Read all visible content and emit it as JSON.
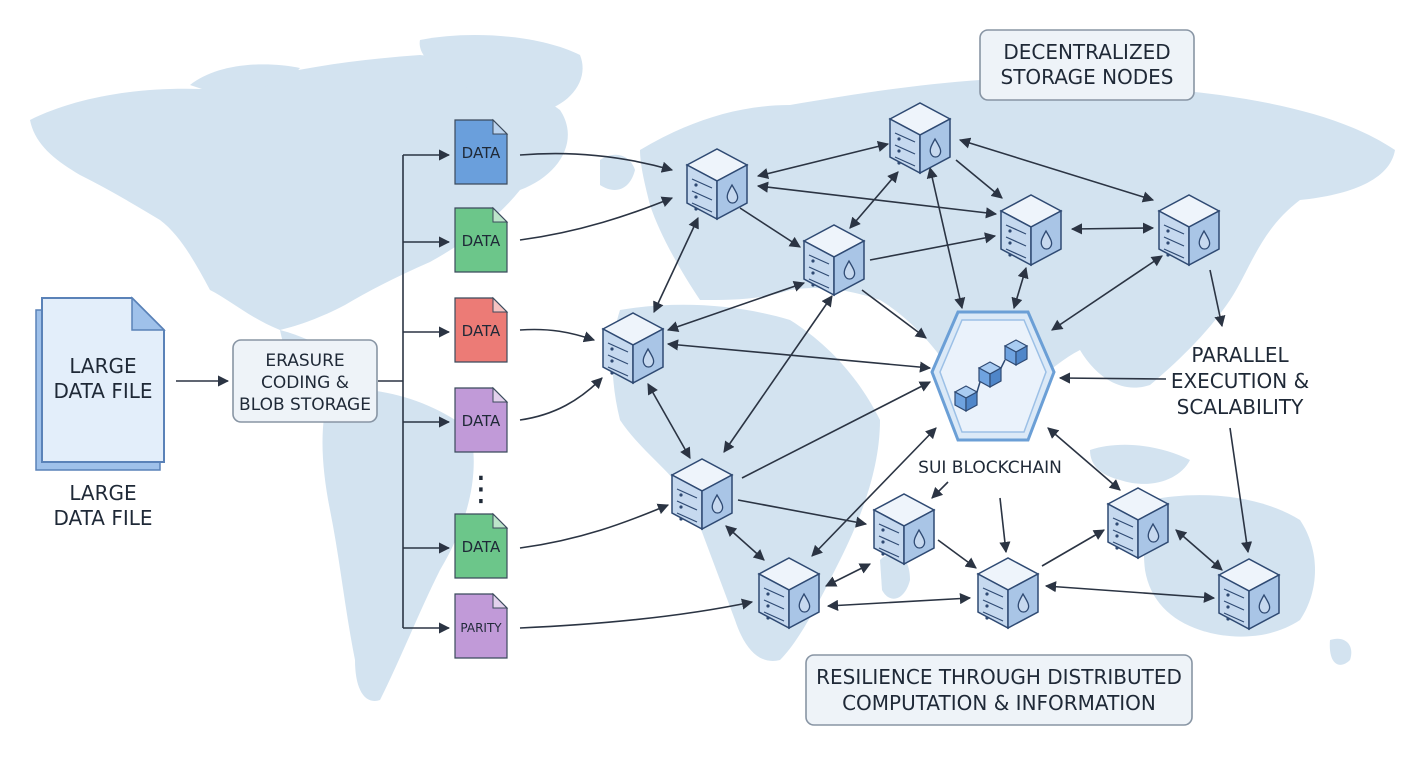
{
  "labels": {
    "large_file_doc": [
      "LARGE",
      "DATA FILE"
    ],
    "large_file_caption": [
      "LARGE",
      "DATA FILE"
    ],
    "erasure": [
      "ERASURE",
      "CODING &",
      "BLOB STORAGE"
    ],
    "decentralized": [
      "DECENTRALIZED",
      "STORAGE NODES"
    ],
    "parallel": [
      "PARALLEL",
      "EXECUTION &",
      "SCALABILITY"
    ],
    "blockchain": "SUI BLOCKCHAIN",
    "resilience": [
      "RESILIENCE THROUGH DISTRIBUTED",
      "COMPUTATION & INFORMATION"
    ],
    "ellipsis": "⋮"
  },
  "fragments": [
    {
      "label": "DATA",
      "color": "#6a9fdc"
    },
    {
      "label": "DATA",
      "color": "#6cc68a"
    },
    {
      "label": "DATA",
      "color": "#ec7b76"
    },
    {
      "label": "DATA",
      "color": "#c19ad8"
    },
    {
      "label": "DATA",
      "color": "#6cc68a"
    },
    {
      "label": "PARITY",
      "color": "#c19ad8"
    }
  ],
  "colors": {
    "map": "#d3e3f0",
    "node_top": "#eef4fb",
    "node_left": "#c6d9ef",
    "node_right": "#a9c5e6",
    "node_stroke": "#2f4a73",
    "hub_fill": "#eaf2fb",
    "hub_stroke": "#6b9fd6",
    "cube": "#6fa3e0"
  },
  "icons": {
    "node": "server-cube-with-droplet-icon",
    "hub": "blockchain-cubes-icon",
    "file": "document-icon"
  }
}
